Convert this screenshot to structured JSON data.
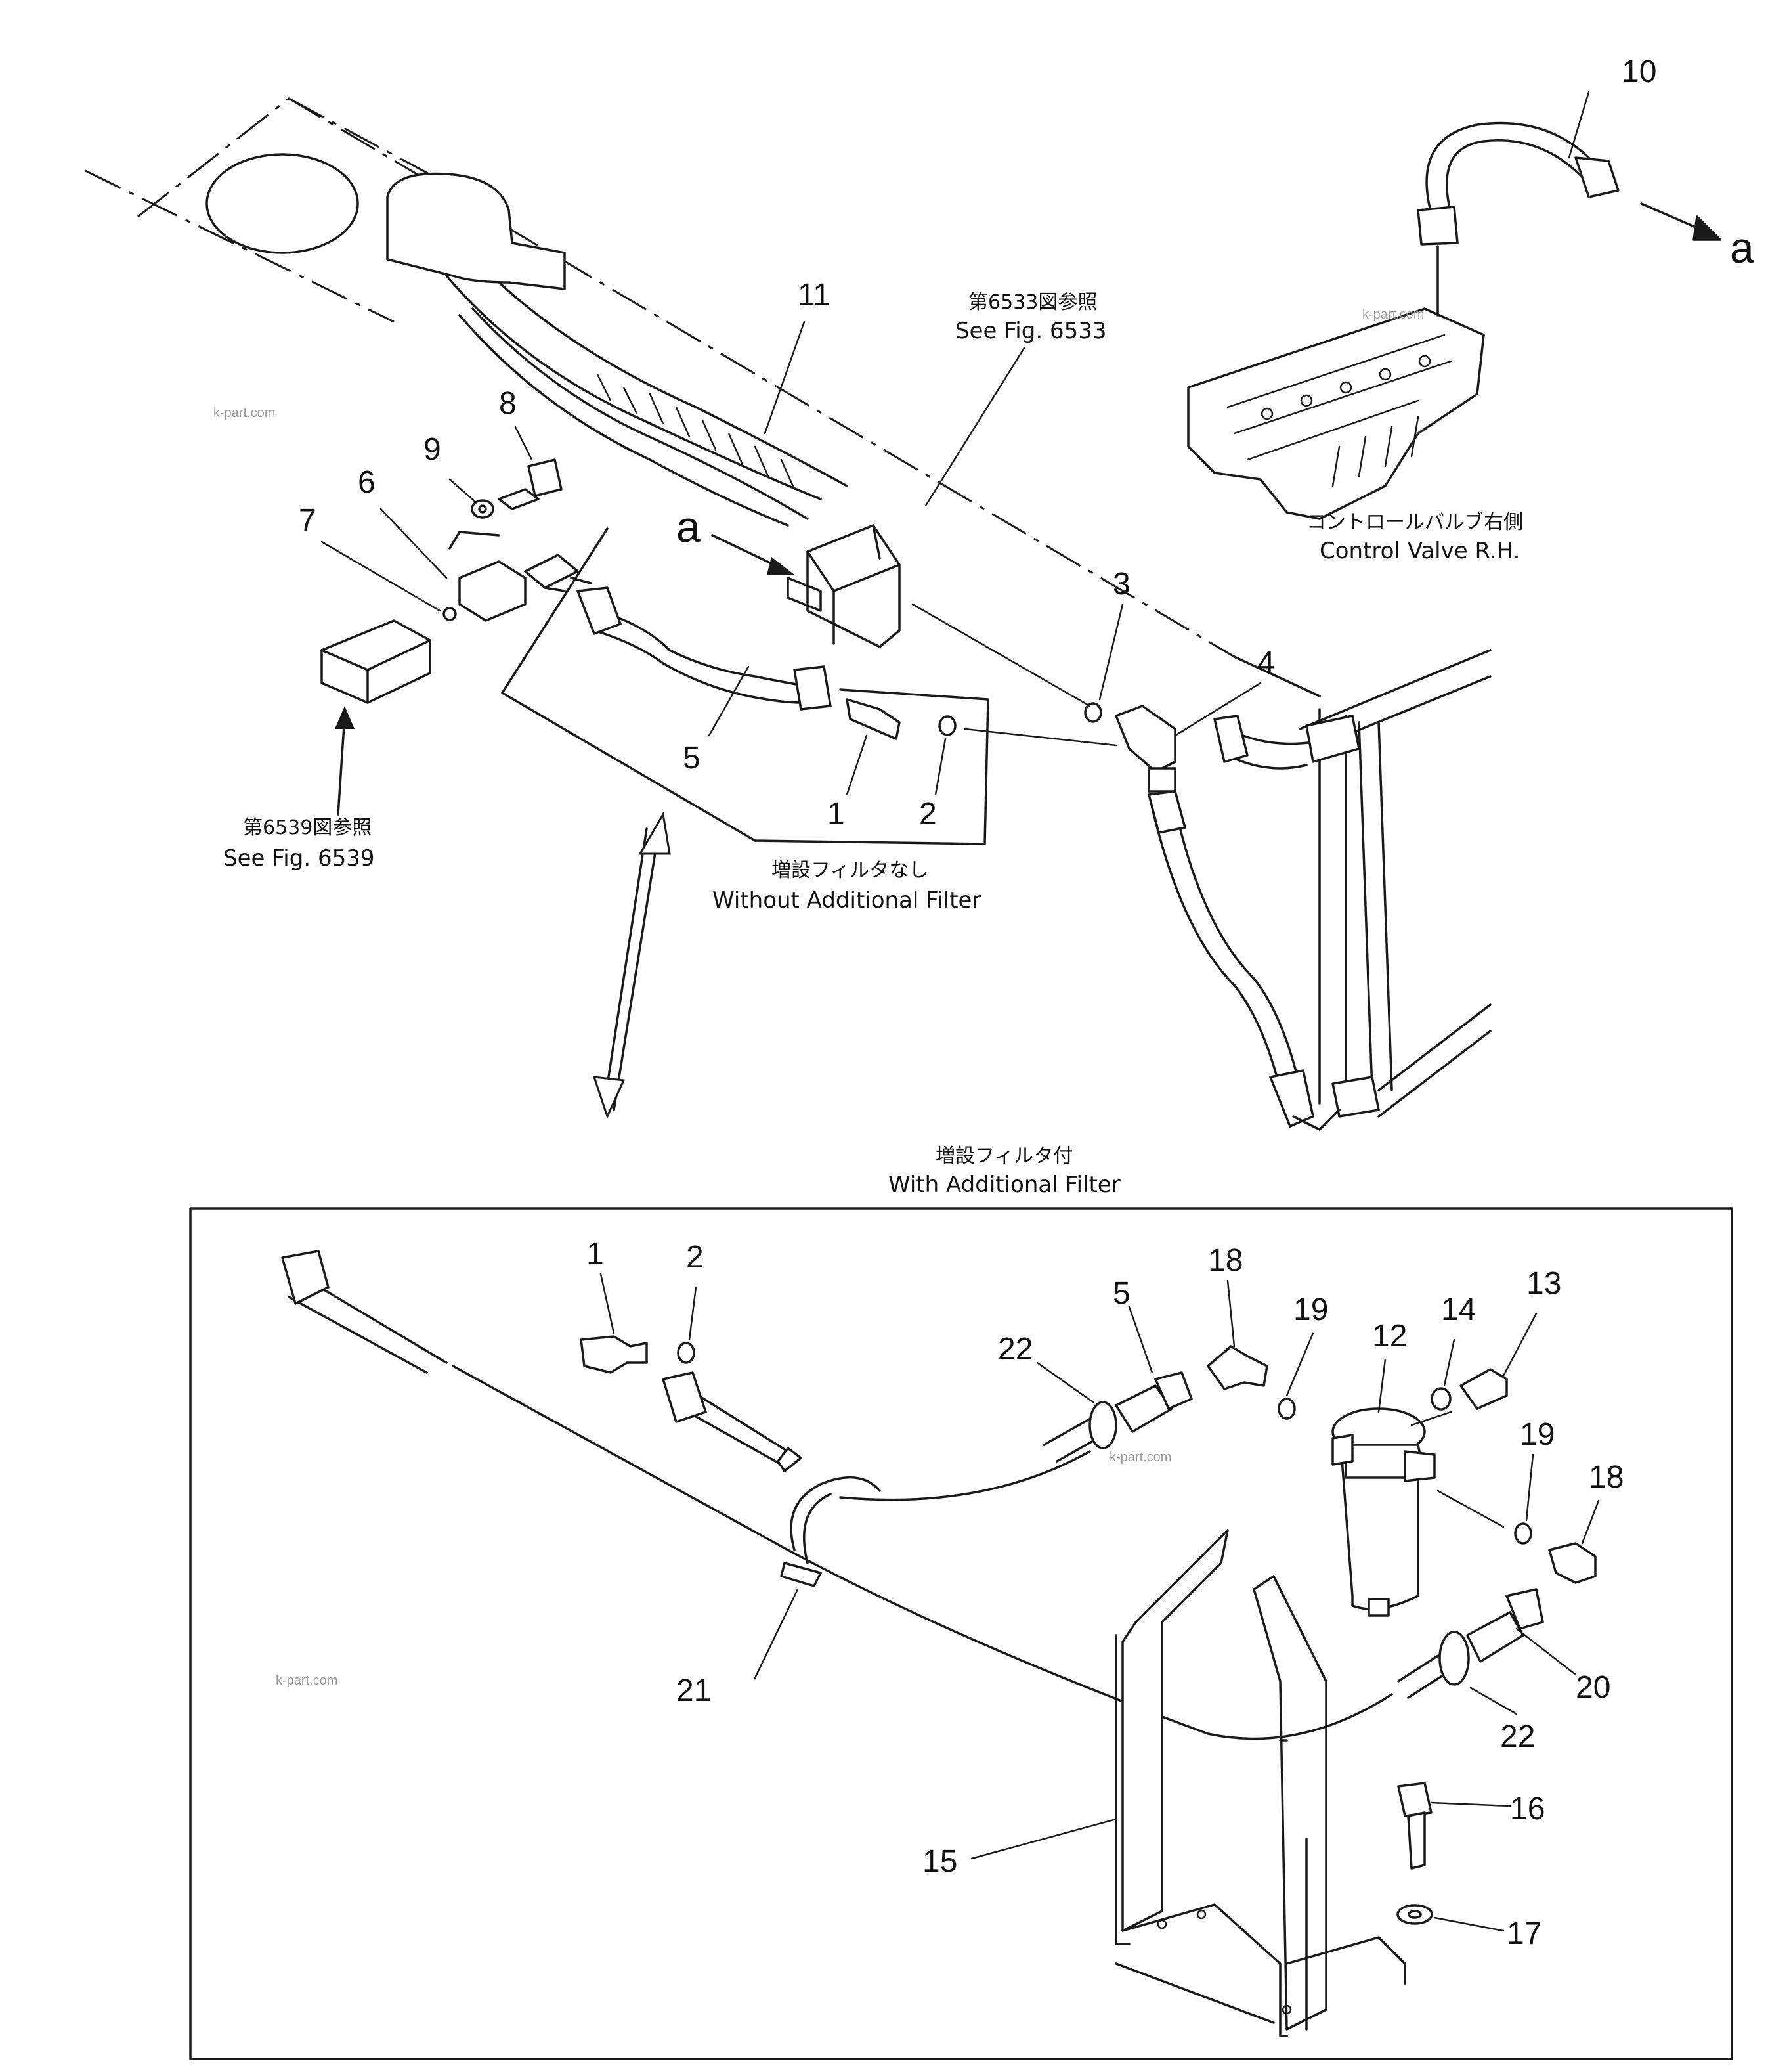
{
  "callouts": {
    "n1": "1",
    "n2": "2",
    "n3": "3",
    "n4": "4",
    "n5": "5",
    "n6": "6",
    "n7": "7",
    "n8": "8",
    "n9": "9",
    "n10": "10",
    "n11": "11",
    "b1": "1",
    "b2": "2",
    "b5": "5",
    "n12": "12",
    "n13": "13",
    "n14": "14",
    "n15": "15",
    "n16": "16",
    "n17": "17",
    "n18a": "18",
    "n18b": "18",
    "n19a": "19",
    "n19b": "19",
    "n20": "20",
    "n21": "21",
    "n22a": "22",
    "n22b": "22"
  },
  "markers": {
    "a_top": "a",
    "a_left": "a"
  },
  "references": {
    "fig6533_jp": "第6533図参照",
    "fig6533_en": "See Fig. 6533",
    "fig6539_jp": "第6539図参照",
    "fig6539_en": "See Fig. 6539",
    "valve_jp": "コントロールバルブ右側",
    "valve_en": "Control Valve R.H."
  },
  "variants": {
    "without_jp": "増設フィルタなし",
    "without_en": "Without Additional Filter",
    "with_jp": "増設フィルタ付",
    "with_en": "With Additional Filter"
  },
  "watermarks": {
    "w1": "k-part.com",
    "w2": "k-part.com",
    "w3": "k-part.com",
    "w4": "k-part.com"
  }
}
